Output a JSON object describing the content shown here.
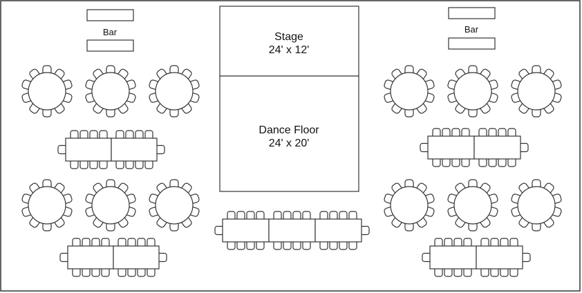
{
  "plan": {
    "bar_left_label": "Bar",
    "bar_right_label": "Bar",
    "stage_title": "Stage",
    "stage_size": "24' x 12'",
    "dance_title": "Dance Floor",
    "dance_size": "24' x 20'"
  },
  "counts": {
    "round_tables": 12,
    "chairs_per_round_table": 10,
    "banquet_table_groups": 5
  },
  "colors": {
    "line": "#333333",
    "background": "#ffffff"
  }
}
